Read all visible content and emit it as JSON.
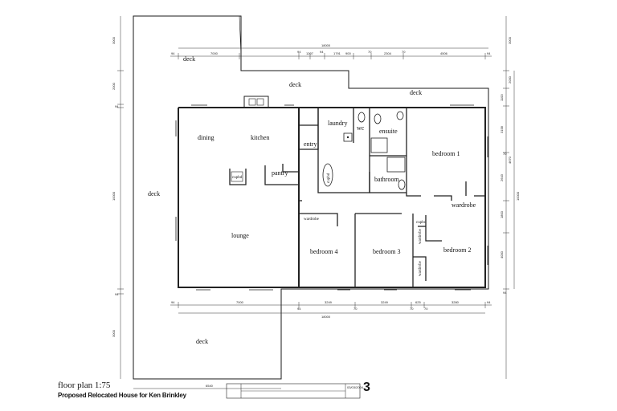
{
  "plan": {
    "title": "floor plan  1:75",
    "subtitle": "Proposed Relocated House for Ken Brinkley",
    "date_stamp": "03/03/2004",
    "sheet_number": "3"
  },
  "rooms": {
    "deck_top_left": "deck",
    "deck_top_center": "deck",
    "deck_top_right": "deck",
    "deck_left": "deck",
    "deck_bottom": "deck",
    "dining": "dining",
    "kitchen": "kitchen",
    "pantry": "pantry",
    "lounge": "lounge",
    "entry": "entry",
    "laundry": "laundry",
    "wc": "wc",
    "ensuite": "ensuite",
    "bathroom": "bathroom",
    "cupboard_kitchen": "cupbd",
    "cupboard_hall": "cupbd",
    "cupboard_bedroom": "cupbd",
    "bedroom1": "bedroom 1",
    "bedroom2": "bedroom 2",
    "bedroom3": "bedroom 3",
    "bedroom4": "bedroom 4",
    "wardrobe_b1": "wardrobe",
    "wardrobe_b4": "wardrobe",
    "wardrobe_b3": "wardrobe",
    "wardrobe_b2": "wardrobe"
  },
  "dimensions": {
    "top_overall": "18000",
    "top_segments": [
      "94",
      "7000",
      "94",
      "1207",
      "94",
      "1791",
      "900",
      "70",
      "2304",
      "70",
      "4506",
      "94"
    ],
    "bottom_overall": "18000",
    "bottom_segments": [
      "94",
      "7000",
      "94",
      "3249",
      "70",
      "3249",
      "70",
      "625",
      "70",
      "3280",
      "94"
    ],
    "left_segments": [
      "3000",
      "2000",
      "94",
      "10000",
      "94",
      "3000"
    ],
    "right_segments": [
      "3000",
      "2000",
      "1100",
      "3158",
      "70",
      "4670",
      "2643",
      "10000",
      "1800",
      "4000",
      "94"
    ],
    "bottom_deck_width": "6540"
  },
  "colors": {
    "line": "#1a1a1a",
    "wall": "#222222",
    "background": "#ffffff"
  }
}
